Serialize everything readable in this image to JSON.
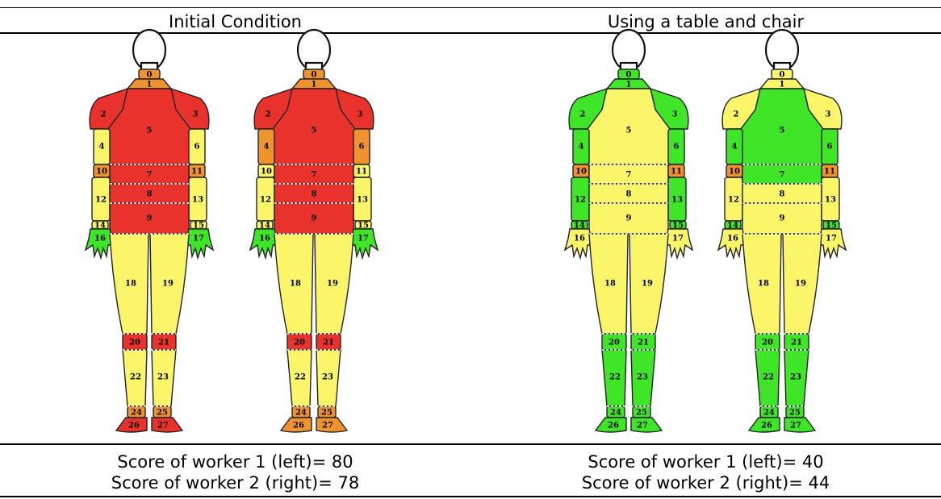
{
  "columns": [
    {
      "heading": "Initial Condition",
      "scores": [
        "Score of worker 1 (left)= 80",
        "Score of worker 2 (right)= 78"
      ]
    },
    {
      "heading": "Using a table and chair",
      "scores": [
        "Score of worker 1 (left)= 40",
        "Score of worker 2 (right)= 44"
      ]
    }
  ],
  "palette": {
    "red": "#e8322b",
    "orange": "#f0922e",
    "yellow": "#fbf56a",
    "green": "#3ee627"
  },
  "segment_numbers": [
    "0",
    "1",
    "2",
    "3",
    "4",
    "5",
    "6",
    "7",
    "8",
    "9",
    "10",
    "11",
    "12",
    "13",
    "14",
    "15",
    "16",
    "17",
    "18",
    "19",
    "20",
    "21",
    "22",
    "23",
    "24",
    "25",
    "26",
    "27"
  ],
  "figures": [
    {
      "name": "initial-worker-1",
      "colors": {
        "0": "orange",
        "1": "orange",
        "2": "red",
        "3": "red",
        "4": "yellow",
        "5": "red",
        "6": "yellow",
        "7": "red",
        "8": "red",
        "9": "red",
        "10": "orange",
        "11": "orange",
        "12": "yellow",
        "13": "yellow",
        "14": "yellow",
        "15": "yellow",
        "16": "green",
        "17": "green",
        "18": "yellow",
        "19": "yellow",
        "20": "red",
        "21": "red",
        "22": "yellow",
        "23": "yellow",
        "24": "orange",
        "25": "orange",
        "26": "red",
        "27": "red"
      }
    },
    {
      "name": "initial-worker-2",
      "colors": {
        "0": "orange",
        "1": "orange",
        "2": "red",
        "3": "red",
        "4": "orange",
        "5": "red",
        "6": "orange",
        "7": "red",
        "8": "red",
        "9": "red",
        "10": "yellow",
        "11": "yellow",
        "12": "yellow",
        "13": "yellow",
        "14": "yellow",
        "15": "yellow",
        "16": "green",
        "17": "green",
        "18": "yellow",
        "19": "yellow",
        "20": "red",
        "21": "red",
        "22": "yellow",
        "23": "yellow",
        "24": "orange",
        "25": "orange",
        "26": "orange",
        "27": "orange"
      }
    },
    {
      "name": "table-worker-1",
      "colors": {
        "0": "green",
        "1": "green",
        "2": "green",
        "3": "green",
        "4": "green",
        "5": "yellow",
        "6": "green",
        "7": "yellow",
        "8": "yellow",
        "9": "yellow",
        "10": "orange",
        "11": "orange",
        "12": "green",
        "13": "green",
        "14": "green",
        "15": "green",
        "16": "yellow",
        "17": "yellow",
        "18": "yellow",
        "19": "yellow",
        "20": "green",
        "21": "green",
        "22": "green",
        "23": "green",
        "24": "green",
        "25": "green",
        "26": "green",
        "27": "green"
      }
    },
    {
      "name": "table-worker-2",
      "colors": {
        "0": "yellow",
        "1": "yellow",
        "2": "yellow",
        "3": "yellow",
        "4": "green",
        "5": "green",
        "6": "green",
        "7": "green",
        "8": "yellow",
        "9": "yellow",
        "10": "orange",
        "11": "orange",
        "12": "yellow",
        "13": "yellow",
        "14": "green",
        "15": "green",
        "16": "yellow",
        "17": "yellow",
        "18": "yellow",
        "19": "yellow",
        "20": "green",
        "21": "green",
        "22": "green",
        "23": "green",
        "24": "green",
        "25": "green",
        "26": "green",
        "27": "green"
      }
    }
  ]
}
